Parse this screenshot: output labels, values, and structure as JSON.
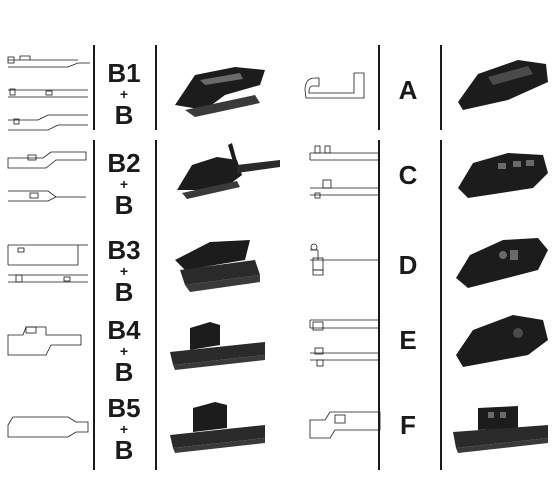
{
  "left_rows": [
    {
      "code": "B1",
      "plus": "+",
      "sub": "B"
    },
    {
      "code": "B2",
      "plus": "+",
      "sub": "B"
    },
    {
      "code": "B3",
      "plus": "+",
      "sub": "B"
    },
    {
      "code": "B4",
      "plus": "+",
      "sub": "B"
    },
    {
      "code": "B5",
      "plus": "+",
      "sub": "B"
    }
  ],
  "right_rows": [
    {
      "code": "A"
    },
    {
      "code": "C"
    },
    {
      "code": "D"
    },
    {
      "code": "E"
    },
    {
      "code": "F"
    }
  ],
  "colors": {
    "line": "#1a1a1a",
    "adapter_dark": "#1c1c1c",
    "adapter_mid": "#3a3a3a",
    "adapter_light": "#6a6a6a",
    "background": "#ffffff"
  }
}
